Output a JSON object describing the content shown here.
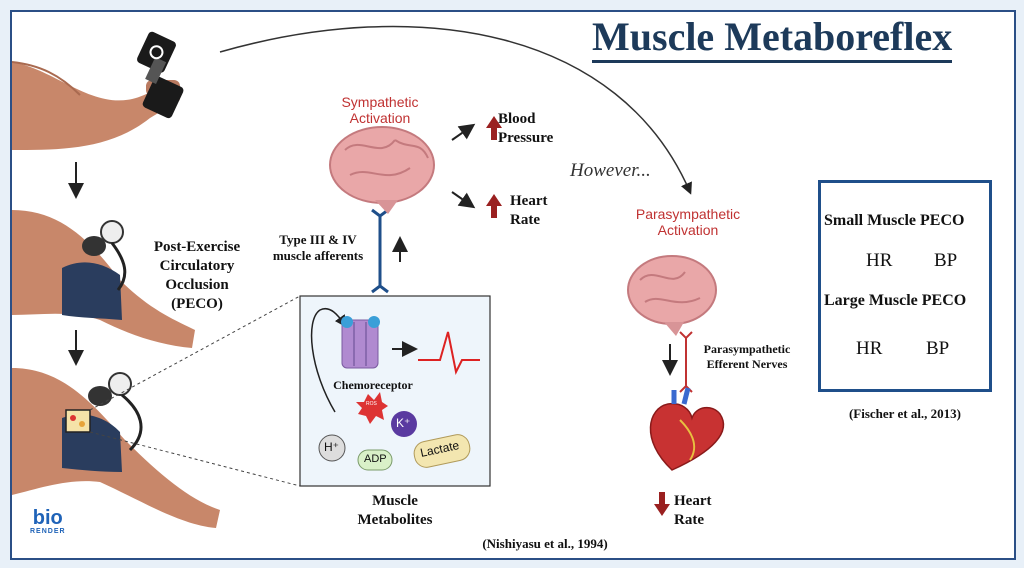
{
  "title": "Muscle Metaboreflex",
  "labels": {
    "peco": [
      "Post-Exercise",
      "Circulatory",
      "Occlusion",
      "(PECO)"
    ],
    "sympathetic": [
      "Sympathetic",
      "Activation"
    ],
    "blood_pressure": [
      "Blood",
      "Pressure"
    ],
    "heart_rate_up": [
      "Heart",
      "Rate"
    ],
    "however": "However...",
    "parasympathetic": [
      "Parasympathetic",
      "Activation"
    ],
    "afferents": [
      "Type III & IV",
      "muscle afferents"
    ],
    "efferent": [
      "Parasympathetic",
      "Efferent Nerves"
    ],
    "chemoreceptor": "Chemoreceptor",
    "metabolites": [
      "Muscle",
      "Metabolites"
    ],
    "heart_rate_down": [
      "Heart",
      "Rate"
    ],
    "citation_main": "(Nishiyasu et al., 1994)",
    "citation_box": "(Fischer et al., 2013)"
  },
  "metabolites": {
    "ros": "ROS",
    "k": "K⁺",
    "h": "H⁺",
    "adp": "ADP",
    "lactate": "Lactate"
  },
  "box": {
    "small_title": "Small Muscle PECO",
    "small_hr": "HR",
    "small_bp": "BP",
    "large_title": "Large Muscle PECO",
    "large_hr": "HR",
    "large_bp": "BP"
  },
  "logo": {
    "top": "bio",
    "bottom": "RENDER"
  },
  "colors": {
    "arrow_red": "#9a2020",
    "frame_blue": "#2b4f86",
    "title": "#1d3a5a"
  }
}
